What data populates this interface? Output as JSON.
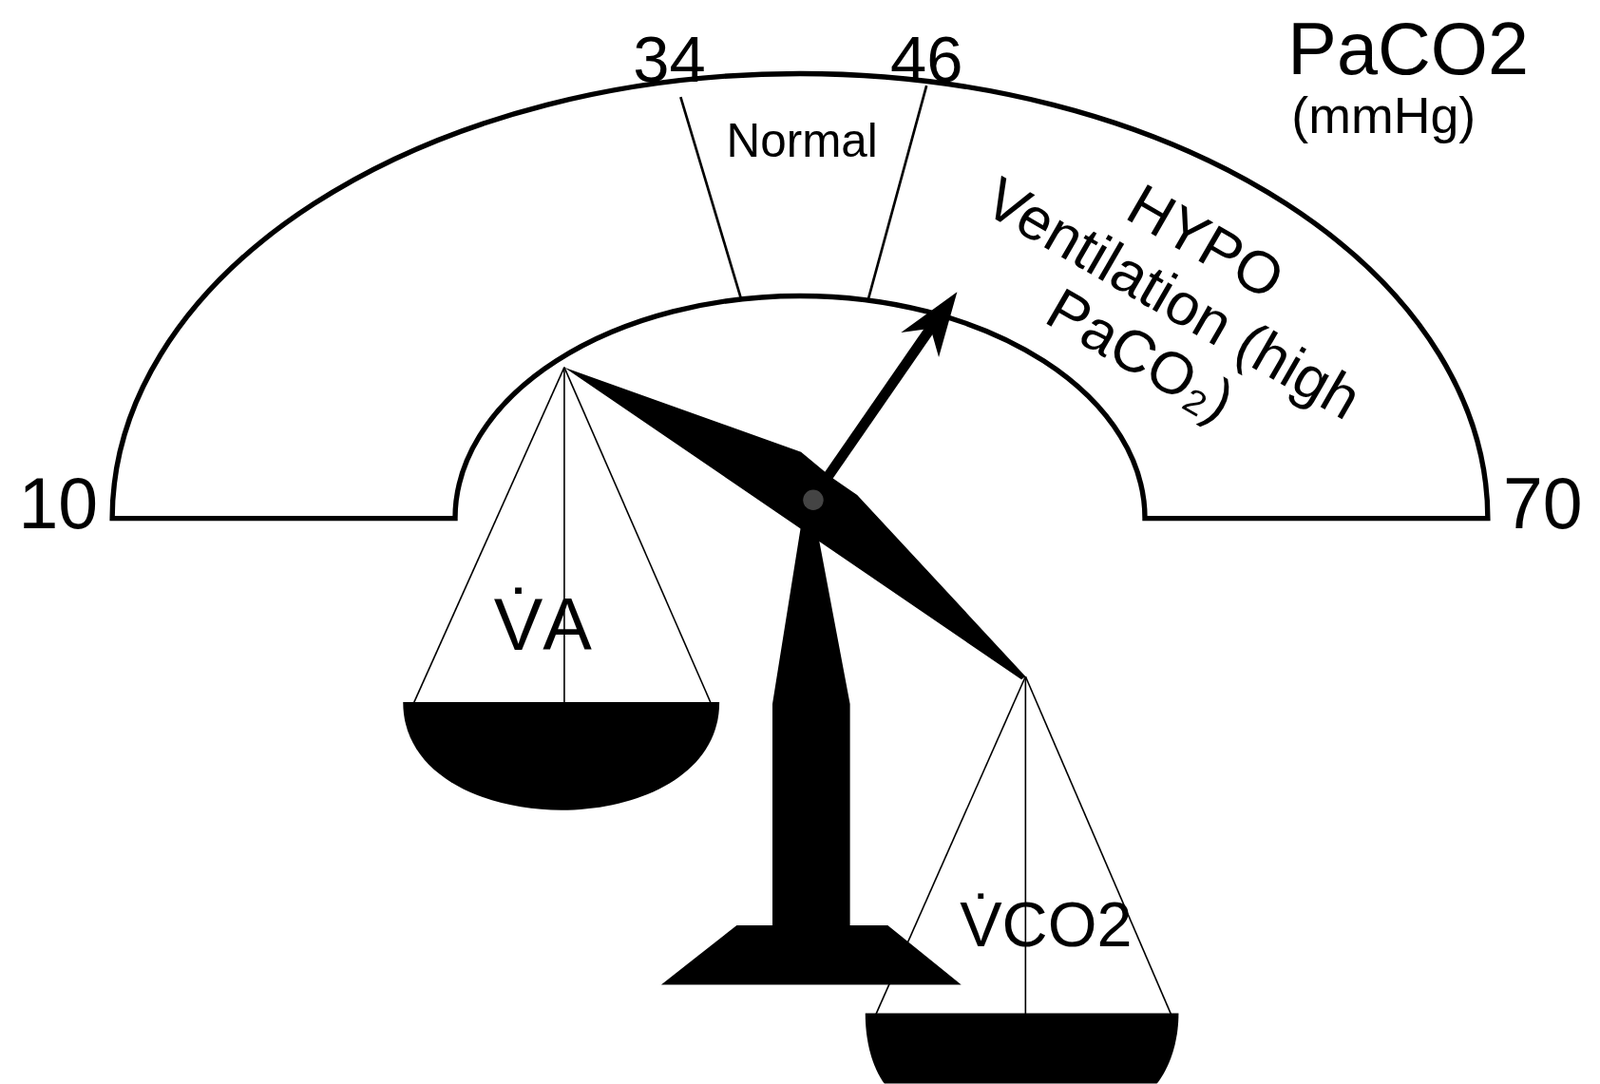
{
  "diagram": {
    "labels": [
      "34",
      "46",
      "PaCO2",
      "(mmHg)",
      "Normal",
      "HYPO Ventilation (high PaCO₂)",
      "10",
      "70",
      "V̇A",
      "V̇CO2"
    ]
  }
}
